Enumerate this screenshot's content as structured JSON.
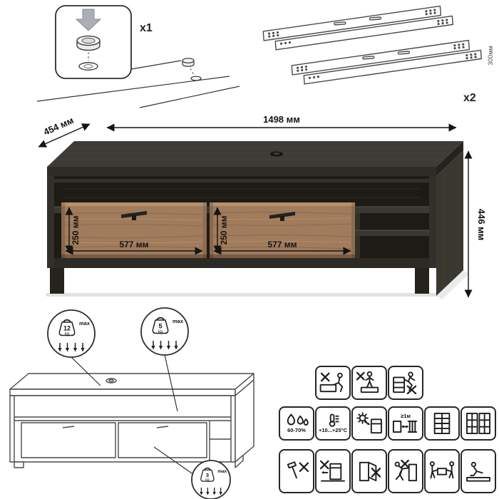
{
  "hardware": {
    "foot": {
      "count_label": "x1"
    },
    "slides": {
      "count_label": "x2",
      "length_label": "300мм"
    }
  },
  "dimensions": {
    "width_label": "1498 мм",
    "depth_label": "454 мм",
    "height_label": "446 мм",
    "drawer_left_height_label": "250 мм",
    "drawer_right_height_label": "250 мм",
    "drawer_left_width_label": "577 мм",
    "drawer_right_width_label": "577 мм"
  },
  "load_limits": {
    "top_surface": {
      "value": "12",
      "unit": "kg",
      "qualifier": "max"
    },
    "open_shelf": {
      "value": "5",
      "unit": "kg",
      "qualifier": "max"
    },
    "drawer": {
      "value": "3",
      "unit": "kg",
      "qualifier": "max"
    }
  },
  "environment": {
    "humidity_label": "60-70%",
    "temperature_label": "+10...+25°C",
    "heater_distance_label": "≥1м"
  },
  "colors": {
    "carcass_top": "#3e3b36",
    "carcass_front": "#2f2c27",
    "carcass_side": "#3a372f",
    "interior_shadow": "#1e1b16",
    "drawer_wood": "#a07b5c",
    "drawer_wood_light": "#bb946f",
    "shelf_edge": "#3b3833",
    "line_art": "#4a4a4a",
    "dimension_ink": "#141414",
    "icon_ink": "#1d1d1d"
  }
}
